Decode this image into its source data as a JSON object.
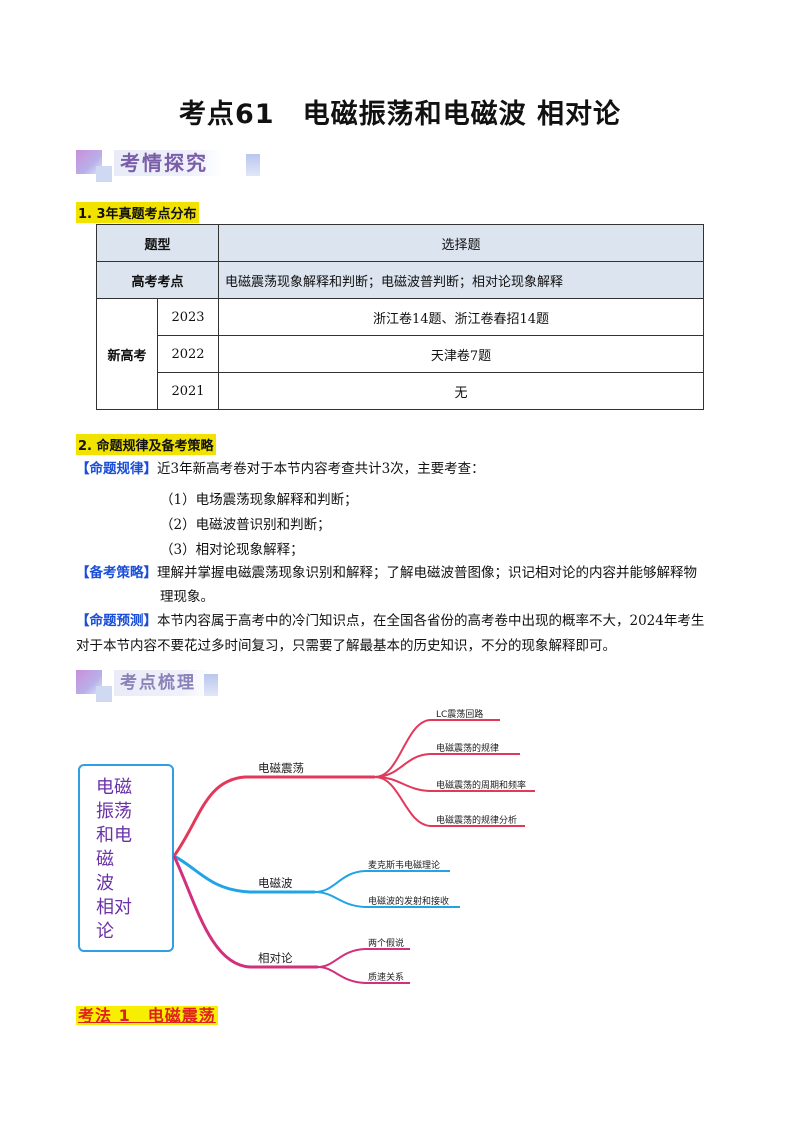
{
  "header": {
    "title": "考点61　电磁振荡和电磁波  相对论"
  },
  "section1": {
    "banner": "考情探究",
    "subtitle": "1. 3年真题考点分布",
    "table": {
      "row_type_label": "题型",
      "row_type_value": "选择题",
      "row_point_label": "高考考点",
      "row_point_value": "电磁震荡现象解释和判断；电磁波普判断；相对论现象解释",
      "group_label": "新高考",
      "years": [
        {
          "year": "2023",
          "value": "浙江卷14题、浙江卷春招14题"
        },
        {
          "year": "2022",
          "value": "天津卷7题"
        },
        {
          "year": "2021",
          "value": "无"
        }
      ]
    }
  },
  "section2": {
    "subtitle": "2. 命题规律及备考策略",
    "rule_tag": "【命题规律】",
    "rule_text": "近3年新高考卷对于本节内容考查共计3次，主要考查：",
    "rule_items": [
      "（1）电场震荡现象解释和判断；",
      "（2）电磁波普识别和判断；",
      "（3）相对论现象解释；"
    ],
    "strategy_tag": "【备考策略】",
    "strategy_text_1": "理解并掌握电磁震荡现象识别和解释；了解电磁波普图像；识记相对论的内容并能够解释物",
    "strategy_text_2": "理现象。",
    "forecast_tag": "【命题预测】",
    "forecast_text_1": "本节内容属于高考中的冷门知识点，在全国各省份的高考卷中出现的概率不大，2024年考生",
    "forecast_text_2": "对于本节内容不要花过多时间复习，只需要了解最基本的历史知识，不分的现象解释即可。"
  },
  "section3": {
    "banner": "考点梳理",
    "mindmap": {
      "center": [
        "电磁",
        "振荡",
        "和电",
        "磁",
        "波",
        "相对",
        "论"
      ],
      "branches": [
        {
          "label": "电磁震荡",
          "color": "#e2395a",
          "leaves": [
            "LC震荡回路",
            "电磁震荡的规律",
            "电磁震荡的周期和频率",
            "电磁震荡的规律分析"
          ]
        },
        {
          "label": "电磁波",
          "color": "#21a4e6",
          "leaves": [
            "麦克斯韦电磁理论",
            "电磁波的发射和接收"
          ]
        },
        {
          "label": "相对论",
          "color": "#d2307c",
          "leaves": [
            "两个假说",
            "质速关系"
          ]
        }
      ]
    }
  },
  "section4": {
    "heading": "考法 1　电磁震荡"
  }
}
